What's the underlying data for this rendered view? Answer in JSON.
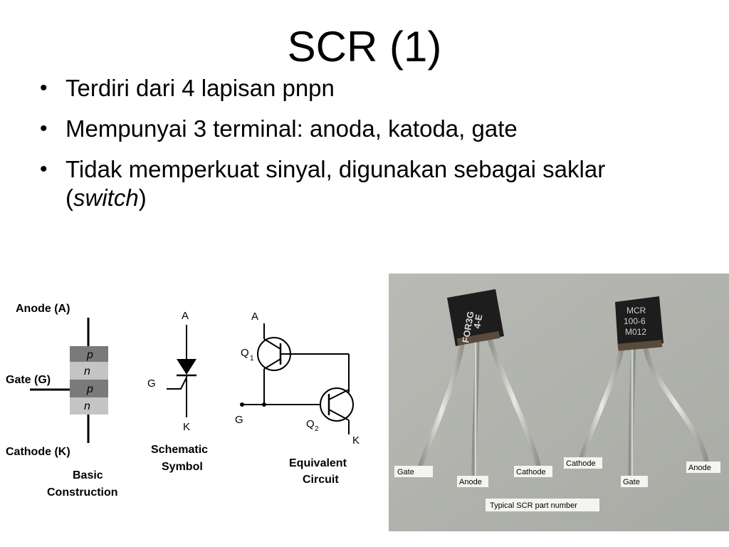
{
  "slide": {
    "title": "SCR (1)",
    "bullets": [
      {
        "text": "Terdiri dari 4 lapisan pnpn"
      },
      {
        "text": "Mempunyai 3 terminal: anoda, katoda, gate"
      },
      {
        "text_before": "Tidak memperkuat sinyal, digunakan sebagai saklar (",
        "text_italic": "switch",
        "text_after": ")"
      }
    ]
  },
  "figure": {
    "basic": {
      "anode_label": "Anode (A)",
      "gate_label": "Gate (G)",
      "cathode_label": "Cathode (K)",
      "layers": [
        "p",
        "n",
        "p",
        "n"
      ],
      "caption_line1": "Basic",
      "caption_line2": "Construction"
    },
    "symbol": {
      "a_label": "A",
      "g_label": "G",
      "k_label": "K",
      "caption_line1": "Schematic",
      "caption_line2": "Symbol"
    },
    "equivalent": {
      "a_label": "A",
      "q1_label": "Q",
      "q1_sub": "1",
      "g_label": "G",
      "q2_label": "Q",
      "q2_sub": "2",
      "k_label": "K",
      "caption_line1": "Equivalent",
      "caption_line2": "Circuit"
    }
  },
  "photo": {
    "left_package_marking_line1": "FOR3G",
    "left_package_marking_line2": "4-E",
    "right_package_marking_line1": "MCR",
    "right_package_marking_line2": "100-6",
    "right_package_marking_line3": "M012",
    "labels": {
      "gate_left": "Gate",
      "anode_left": "Anode",
      "cathode_left": "Cathode",
      "cathode_right": "Cathode",
      "gate_right": "Gate",
      "anode_right": "Anode",
      "caption": "Typical SCR part number"
    }
  }
}
